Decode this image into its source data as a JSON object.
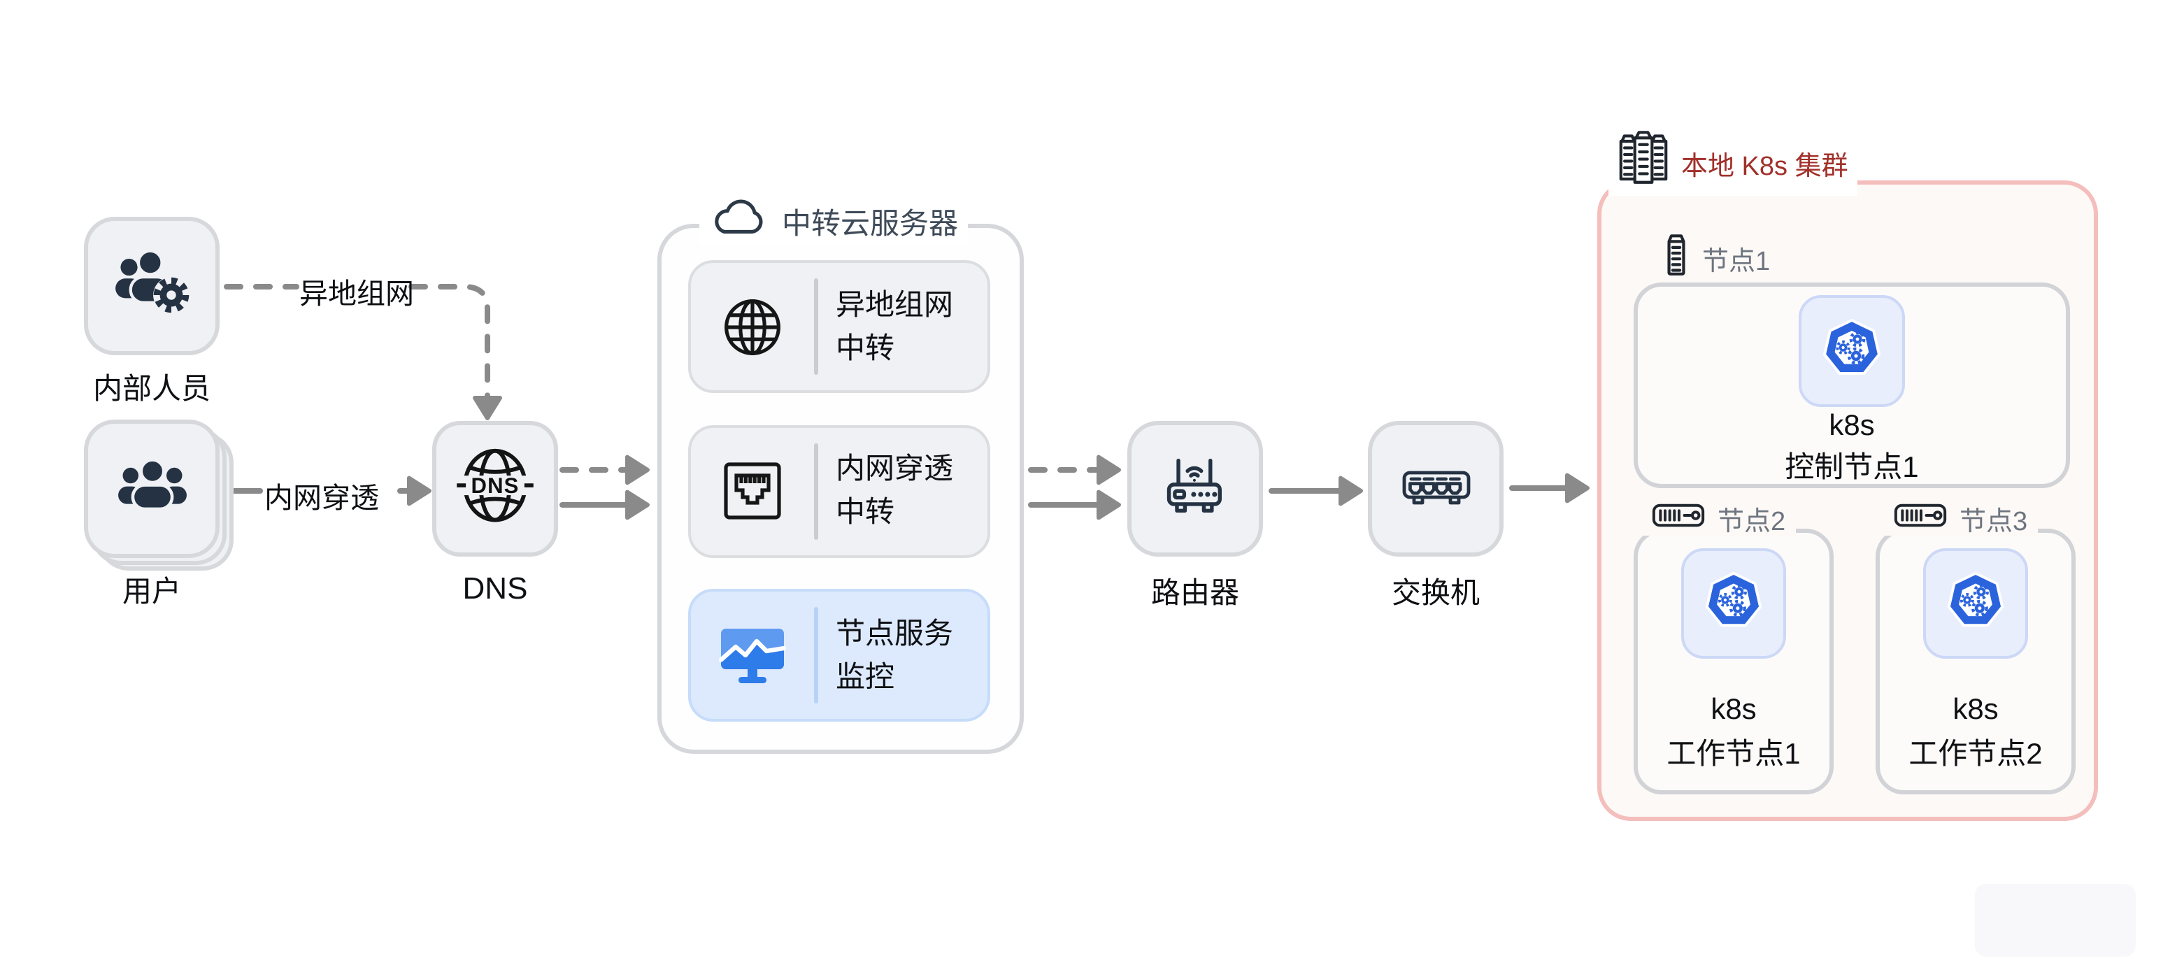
{
  "actors": {
    "internal_staff": "内部人员",
    "users": "用户",
    "dns": "DNS"
  },
  "edges": {
    "remote_network": "异地组网",
    "intranet_tunnel": "内网穿透"
  },
  "cloud": {
    "title": "中转云服务器",
    "rows": [
      {
        "line1": "异地组网",
        "line2": "中转"
      },
      {
        "line1": "内网穿透",
        "line2": "中转"
      },
      {
        "line1": "节点服务",
        "line2": "监控"
      }
    ]
  },
  "network": {
    "router": "路由器",
    "switch": "交换机"
  },
  "cluster": {
    "title": "本地 K8s 集群",
    "nodes": [
      {
        "title": "节点1",
        "line1": "k8s",
        "line2": "控制节点1"
      },
      {
        "title": "节点2",
        "line1": "k8s",
        "line2": "工作节点1"
      },
      {
        "title": "节点3",
        "line1": "k8s",
        "line2": "工作节点2"
      }
    ]
  },
  "colors": {
    "arrow": "#8a8a8a",
    "card_bg": "#eff1f4",
    "card_border": "#d6d8db",
    "dark_icon": "#243243",
    "highlight_row_bg": "#ddeafd",
    "highlight_row_border": "#c5dbfa",
    "k8s_blue": "#2b63dd",
    "monitor_blue": "#2e7bea",
    "cluster_border": "#f4bebc",
    "cluster_bg": "#fdf9f6",
    "cluster_title_color": "#a1302a"
  }
}
